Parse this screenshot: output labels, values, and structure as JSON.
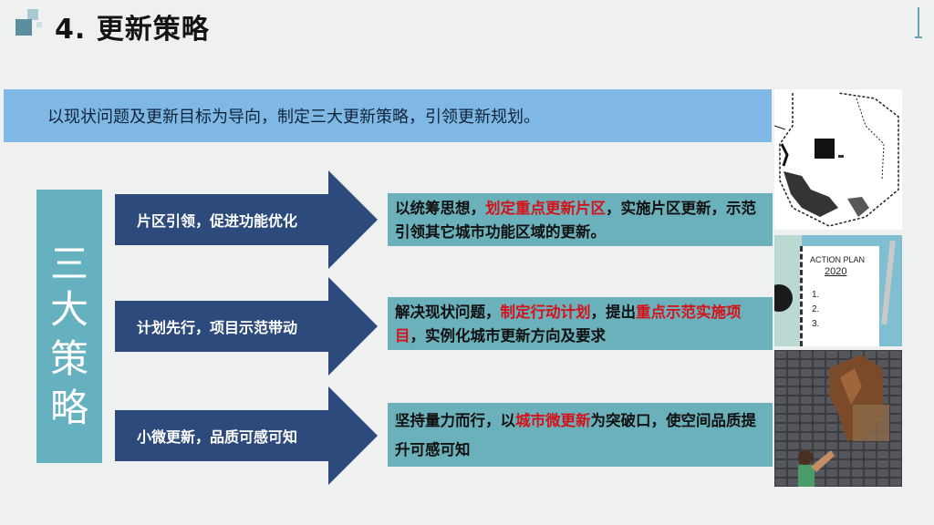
{
  "header": {
    "title": "4. 更新策略"
  },
  "banner": {
    "text": "以现状问题及更新目标为导向，制定三大更新策略，引领更新规划。"
  },
  "side_box": {
    "chars": [
      "三",
      "大",
      "策",
      "略"
    ]
  },
  "strategies": [
    {
      "label": "片区引领，促进功能优化",
      "parts": [
        "以统筹思想，",
        "划定重点更新片区",
        "，实施片区更新，示范引领其它城市功能区域的更新。"
      ]
    },
    {
      "label": "计划先行，项目示范带动",
      "parts": [
        "解决现状问题，",
        "制定行动计划",
        "，提出",
        "重点示范实施项目",
        "，实例化城市更新方向及要求"
      ]
    },
    {
      "label": "小微更新，品质可感可知",
      "parts": [
        "坚持量力而行，以",
        "城市微更新",
        "为突破口，使空间品质提升可感可知"
      ]
    }
  ],
  "images": {
    "notepad": {
      "title": "ACTION PLAN",
      "year": "2020",
      "items": [
        "1.",
        "2.",
        "3."
      ]
    }
  },
  "colors": {
    "arrow": "#2d4a7c",
    "teal": "#66b1bf",
    "banner": "#7fb8e4",
    "highlight": "#d4121a"
  }
}
